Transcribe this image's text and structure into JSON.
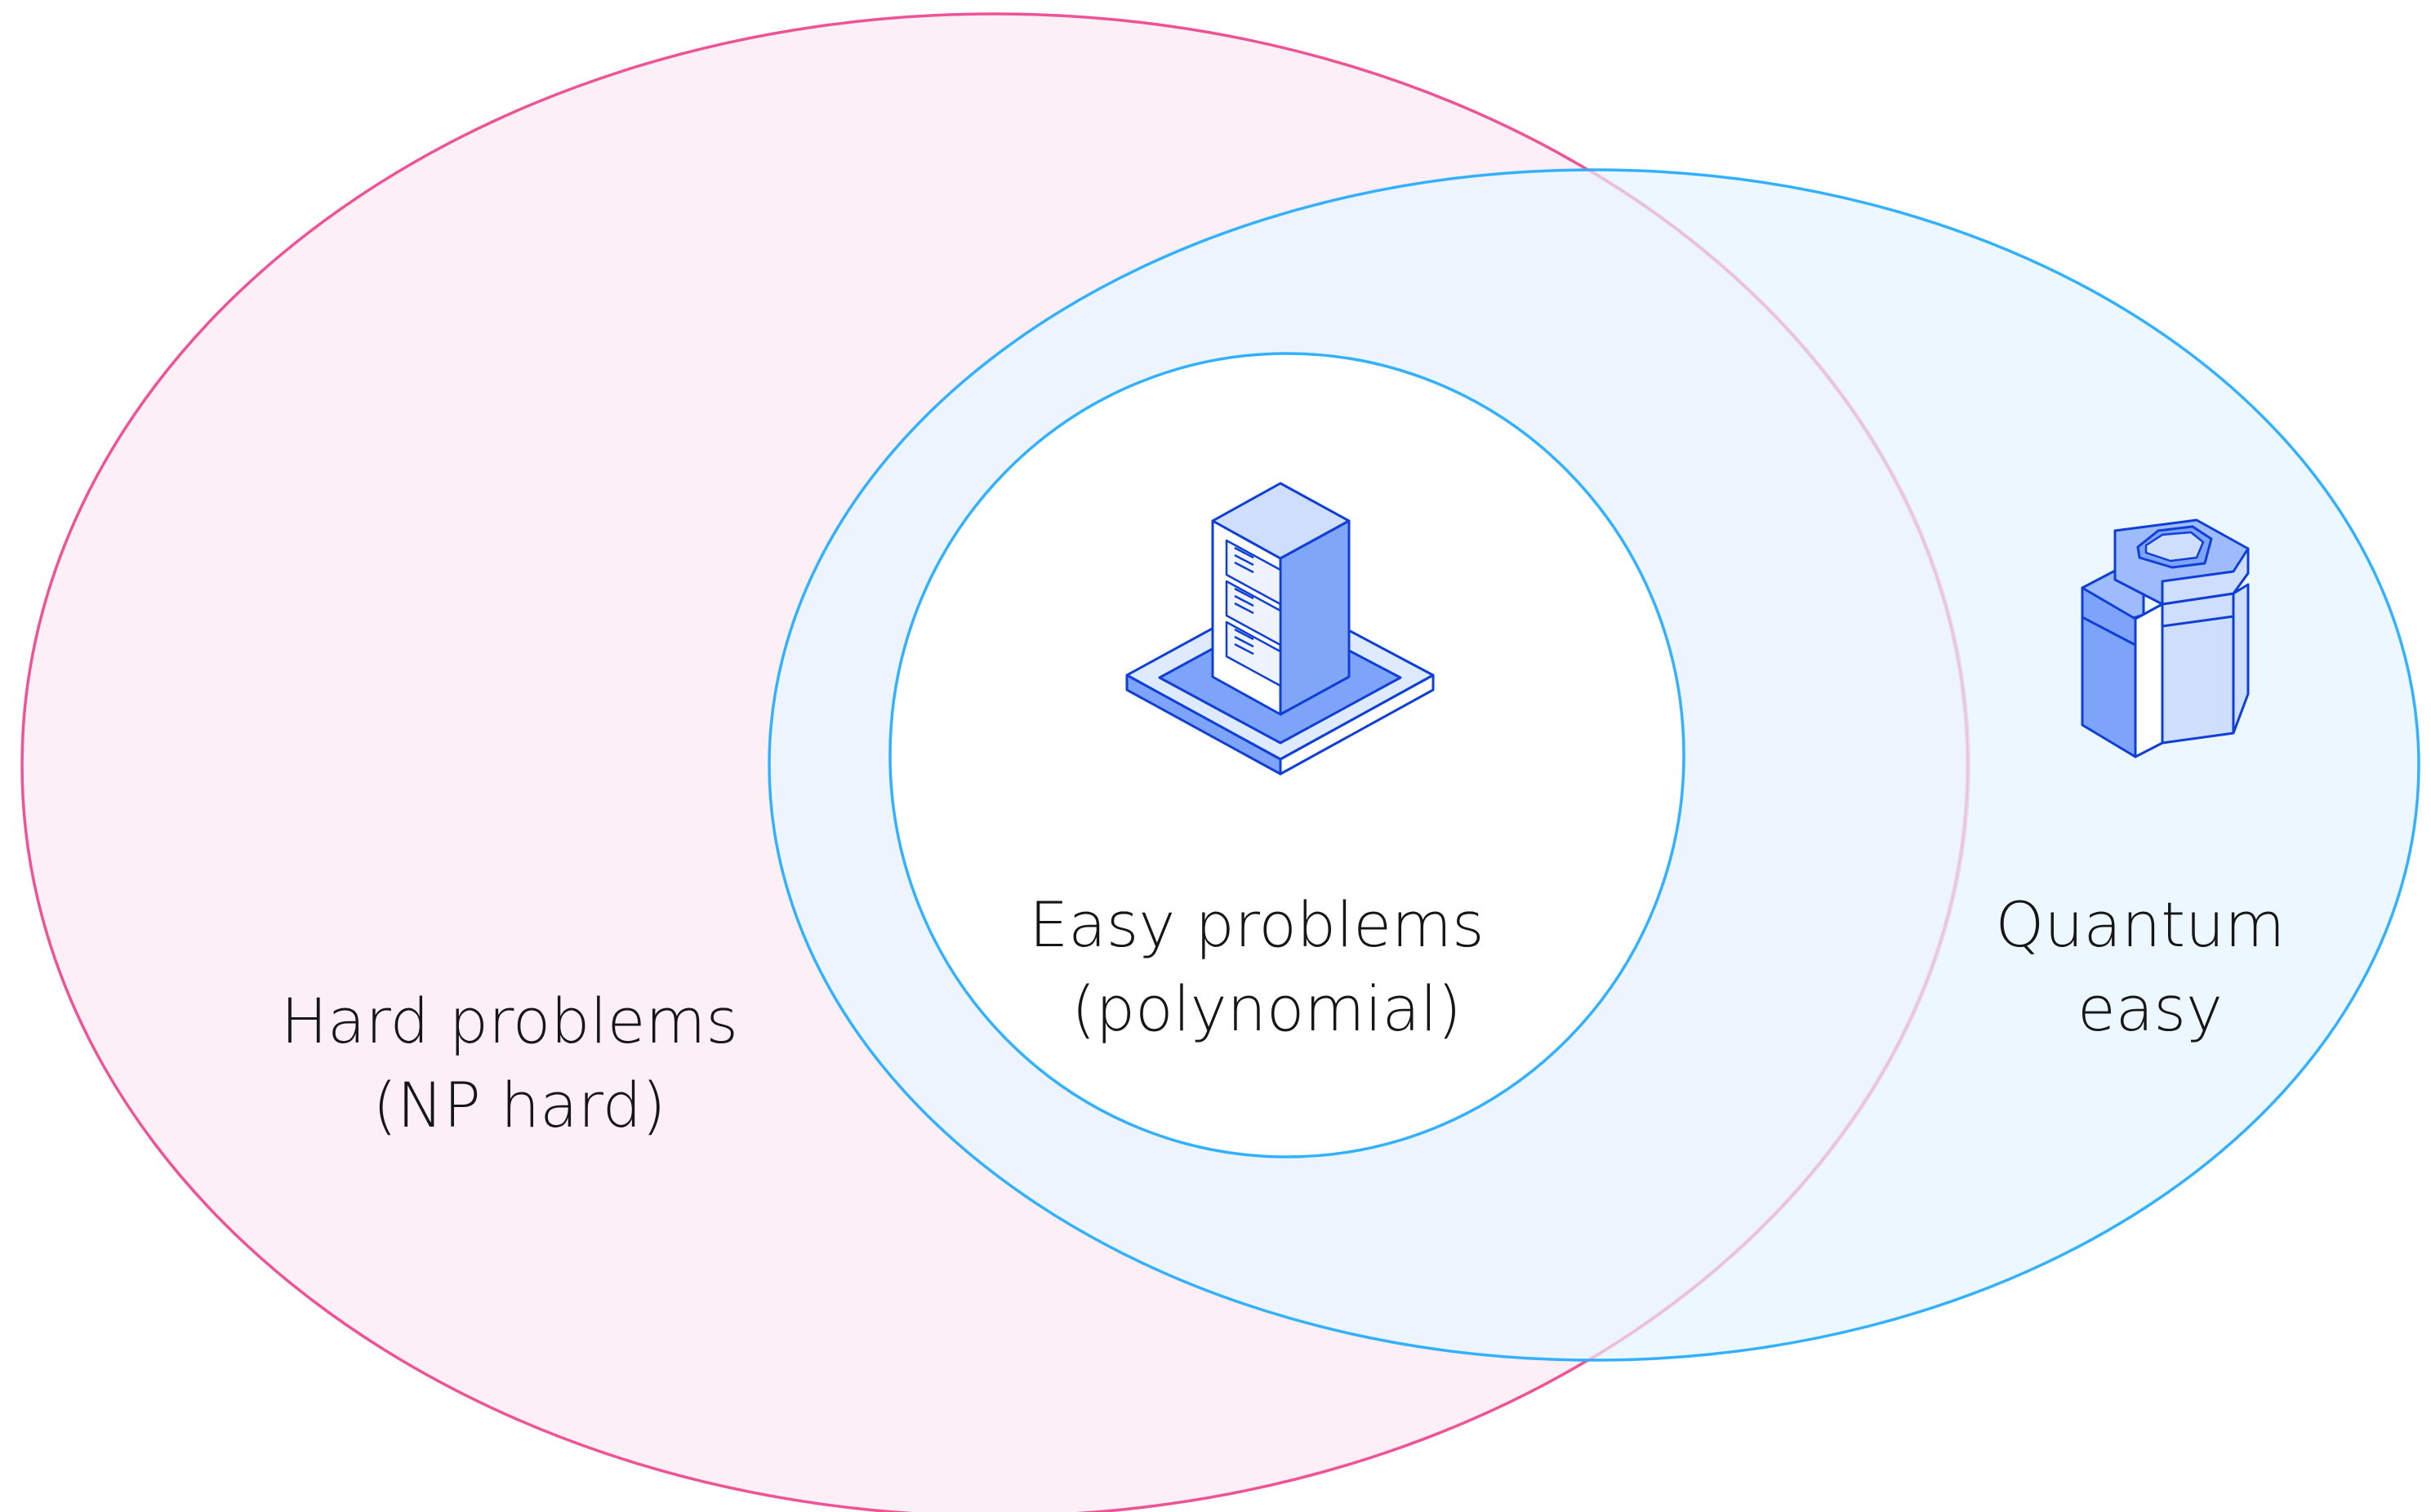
{
  "diagram": {
    "type": "venn",
    "sets": {
      "hard": {
        "line1": "Hard problems",
        "line2": "(NP hard)",
        "stroke": "#ee5396",
        "fill": "#fdeff6"
      },
      "quantum": {
        "line1": "Quantum",
        "line2": "easy",
        "stroke": "#33b1ff",
        "fill": "#ecf6fd"
      },
      "easy": {
        "line1": "Easy problems",
        "line2": "(polynomial)",
        "stroke": "#33b1ff",
        "fill": "#ffffff"
      }
    },
    "icons": {
      "classical": "classical-computer-server-icon",
      "quantum": "quantum-computer-icon"
    }
  }
}
